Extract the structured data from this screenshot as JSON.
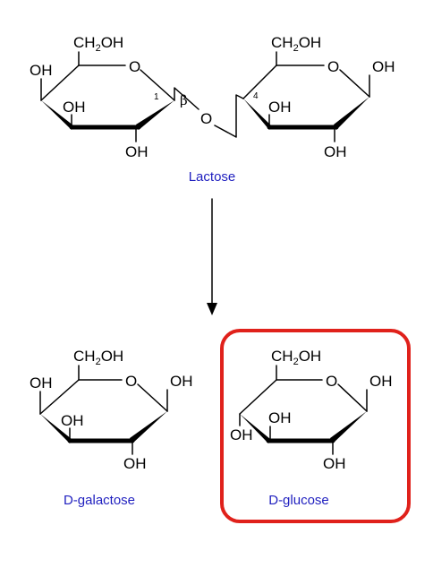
{
  "molecules": {
    "lactose": {
      "name": "Lactose"
    },
    "galactose": {
      "name": "D-galactose"
    },
    "glucose": {
      "name": "D-glucose"
    }
  },
  "labels": {
    "oh": "OH",
    "ch2oh_main": "CH",
    "ch2oh_sub": "2",
    "ch2oh_tail": "OH",
    "ring_o": "O",
    "link_o": "O",
    "beta": "β",
    "c1": "1",
    "c4": "4"
  },
  "colors": {
    "name_text": "#1f1fbf",
    "highlight_box": "#e0211b",
    "bond": "#000000"
  },
  "highlight": {
    "target": "D-glucose"
  }
}
